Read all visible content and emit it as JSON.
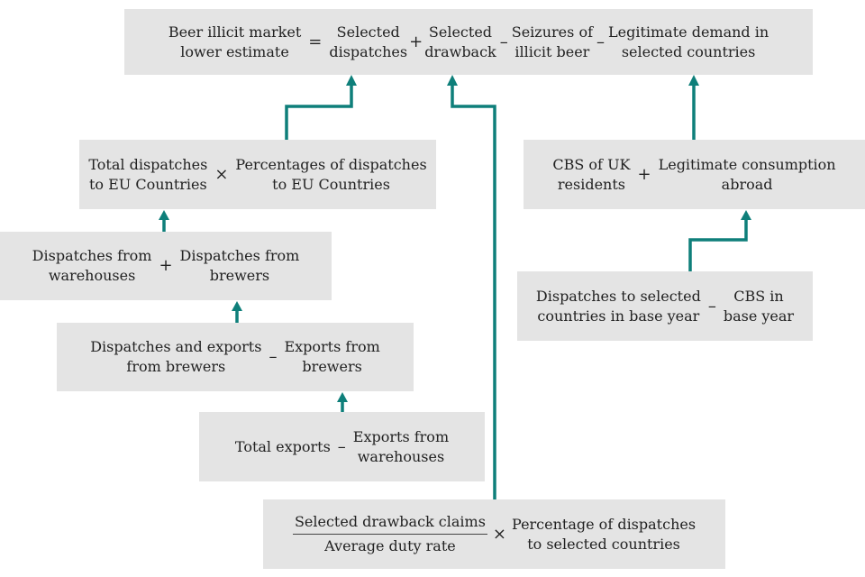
{
  "diagram": {
    "colors": {
      "box_fill": "#e4e4e4",
      "connector": "#0e7f7a",
      "text": "#222222"
    },
    "top_equation": {
      "result": [
        "Beer illicit market",
        "lower estimate"
      ],
      "op_equals": "=",
      "term1": [
        "Selected",
        "dispatches"
      ],
      "op1": "+",
      "term2": [
        "Selected",
        "drawback"
      ],
      "op2": "–",
      "term3": [
        "Seizures of",
        "illicit beer"
      ],
      "op3": "–",
      "term4": [
        "Legitimate demand in",
        "selected countries"
      ]
    },
    "eu_dispatches": {
      "term1": [
        "Total dispatches",
        "to EU Countries"
      ],
      "op": "×",
      "term2": [
        "Percentages of dispatches",
        "to EU Countries"
      ]
    },
    "total_dispatches": {
      "term1": [
        "Dispatches from",
        "warehouses"
      ],
      "op": "+",
      "term2": [
        "Dispatches from",
        "brewers"
      ]
    },
    "brewer_dispatches": {
      "term1": [
        "Dispatches and exports",
        "from brewers"
      ],
      "op": "–",
      "term2": [
        "Exports from",
        "brewers"
      ]
    },
    "brewer_exports": {
      "term1": [
        "Total exports"
      ],
      "op": "–",
      "term2": [
        "Exports from",
        "warehouses"
      ]
    },
    "drawback": {
      "numerator": "Selected drawback claims",
      "denominator": "Average duty rate",
      "op": "×",
      "term2": [
        "Percentage of dispatches",
        "to selected countries"
      ]
    },
    "legitimate_demand": {
      "term1": [
        "CBS of UK",
        "residents"
      ],
      "op": "+",
      "term2": [
        "Legitimate consumption",
        "abroad"
      ]
    },
    "consumption_abroad": {
      "term1": [
        "Dispatches to selected",
        "countries in base year"
      ],
      "op": "–",
      "term2": [
        "CBS in",
        "base year"
      ]
    }
  }
}
